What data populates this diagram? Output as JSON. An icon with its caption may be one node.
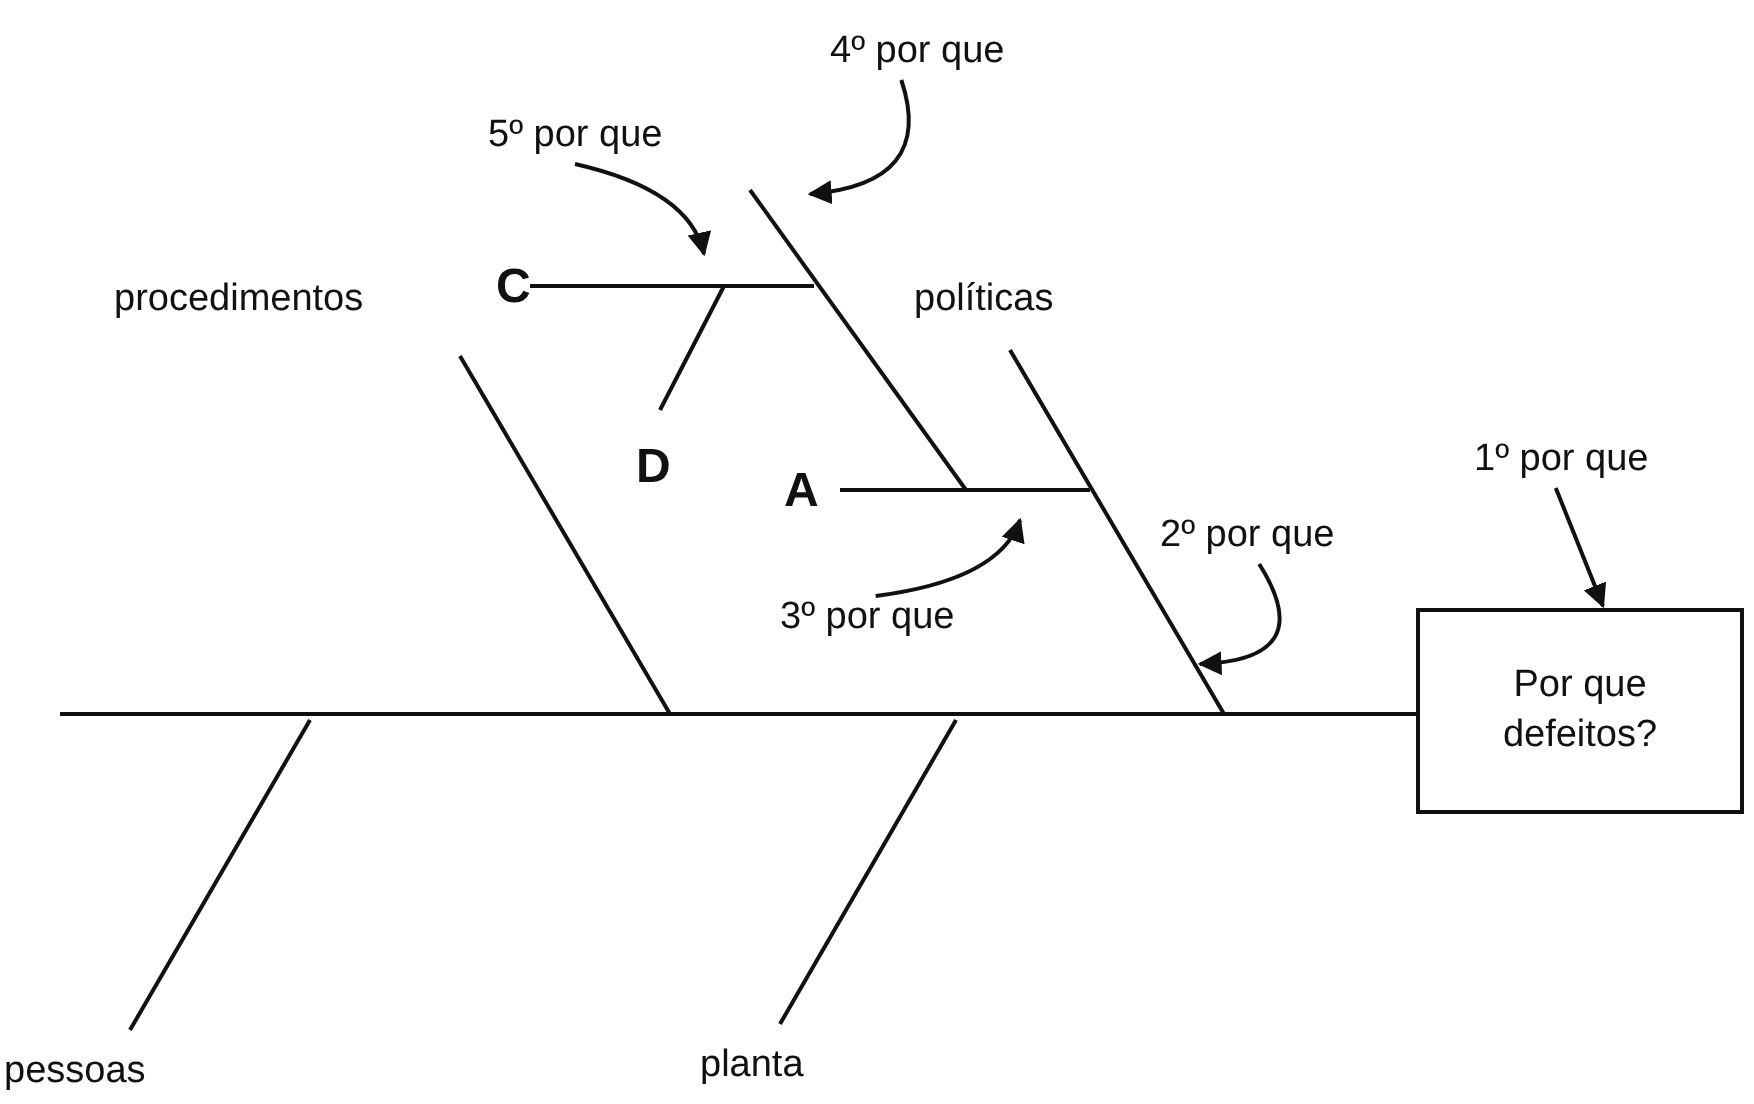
{
  "diagram": {
    "nodes": [
      {
        "text": [
          "Por que defeitos?"
        ]
      },
      {
        "text": [
          "1º por que"
        ]
      },
      {
        "text": [
          "2º por que"
        ]
      },
      {
        "text": [
          "3º por que"
        ]
      },
      {
        "text": [
          "4º por que"
        ]
      },
      {
        "text": [
          "5º por que"
        ]
      }
    ],
    "edges": [
      {
        "from": 1,
        "to": 0,
        "arrow": "to"
      },
      {
        "from": 2,
        "to": null,
        "arrow": "to"
      },
      {
        "from": 3,
        "to": null,
        "arrow": "to"
      },
      {
        "from": 4,
        "to": null,
        "arrow": "to"
      },
      {
        "from": 5,
        "to": null,
        "arrow": "to"
      }
    ],
    "labels": [
      "procedimentos",
      "C",
      "políticas",
      "D",
      "A",
      "pessoas",
      "planta"
    ]
  }
}
